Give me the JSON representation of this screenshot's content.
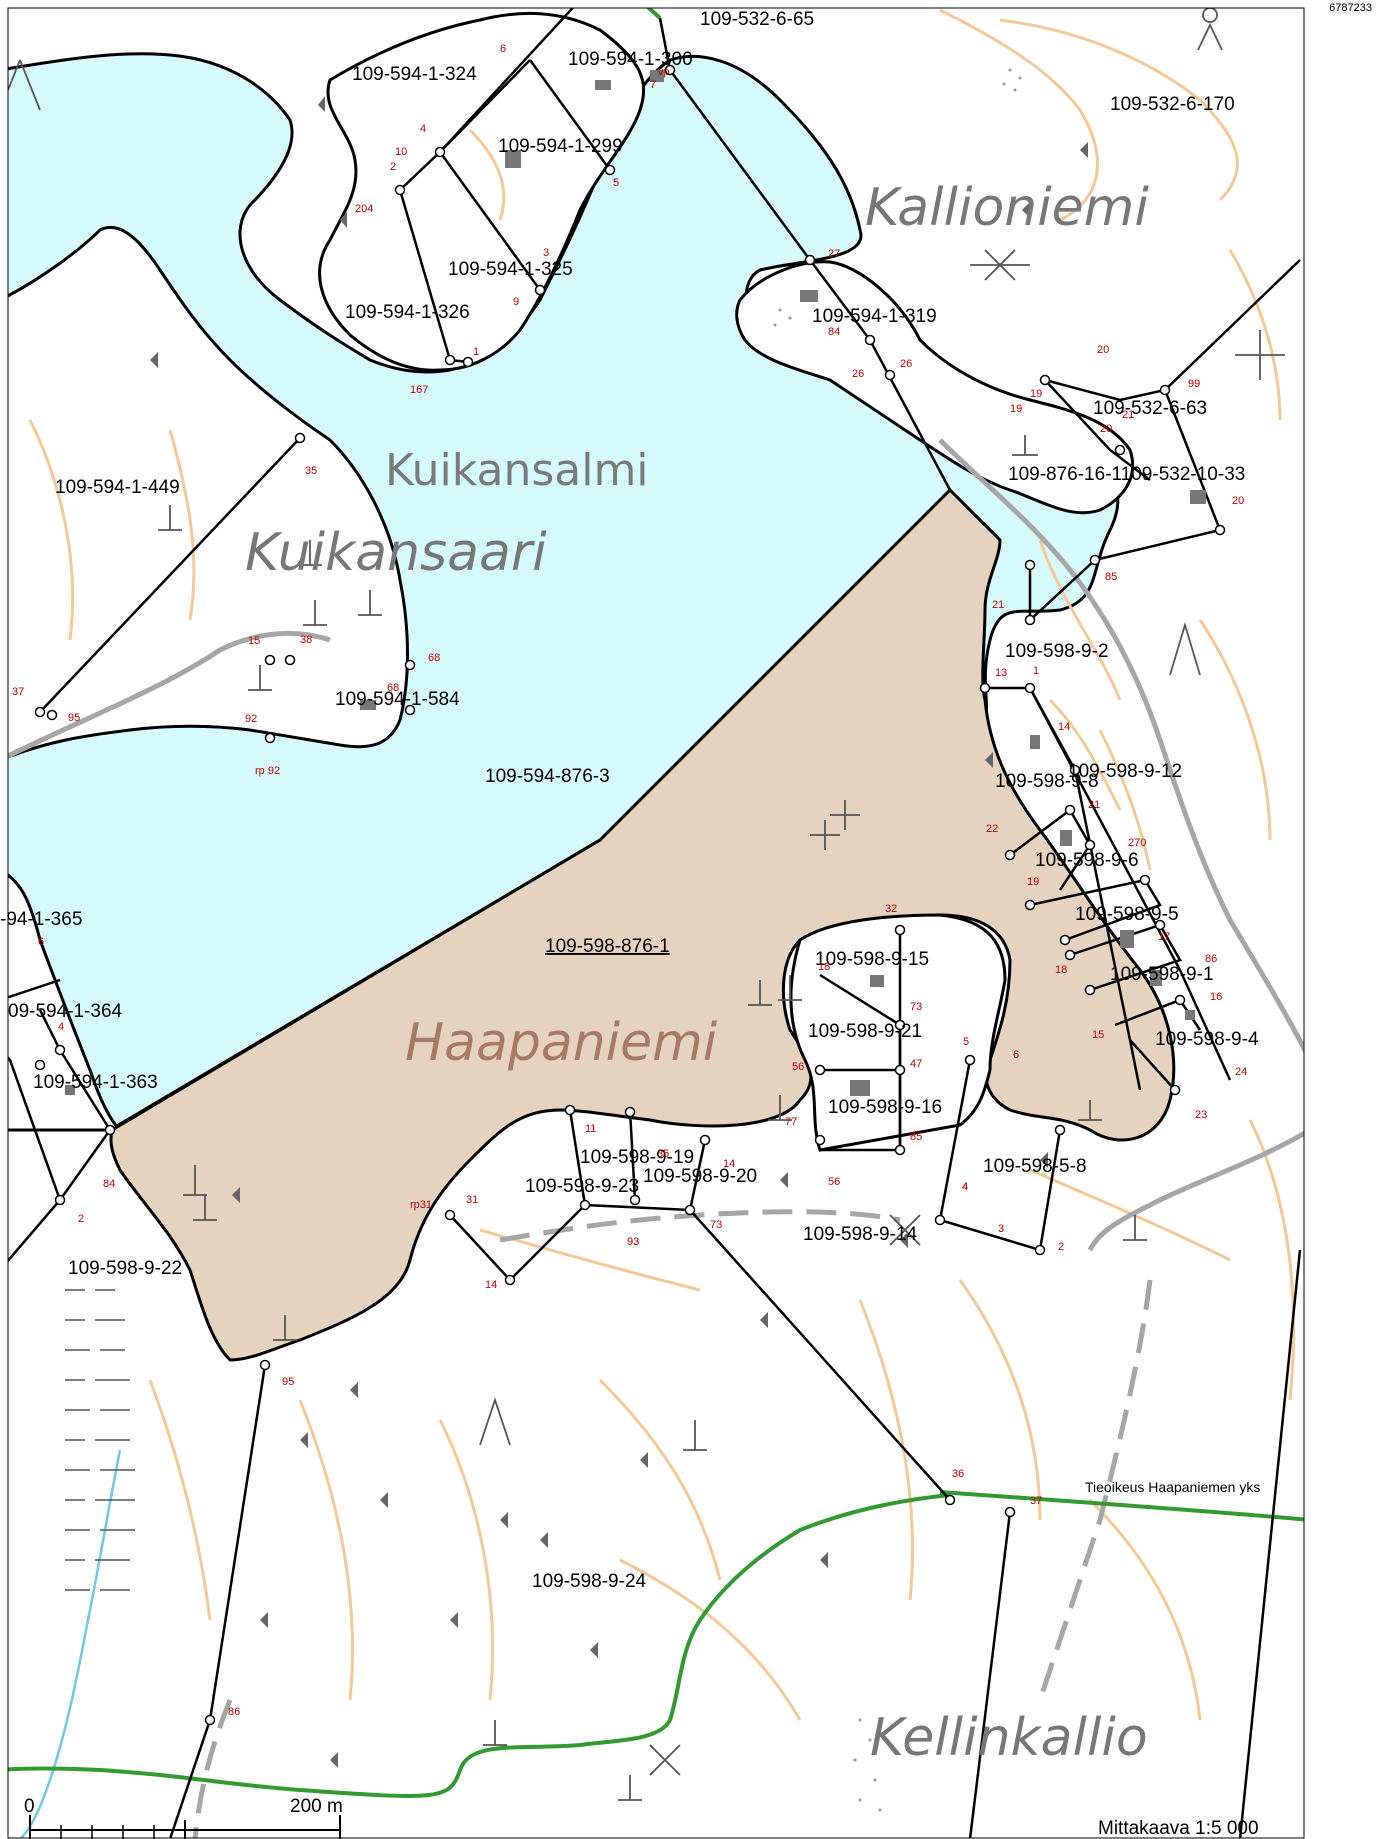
{
  "map": {
    "corner_coordinate": "6787233",
    "scale_text": "Mittakaava 1:5 000",
    "scale_bar": {
      "start": "0",
      "end": "200 m"
    },
    "road_right_label": "Tieoikeus Haapaniemen yks",
    "place_names": {
      "kallioniemi": "Kallioniemi",
      "kuikansalmi": "Kuikansalmi",
      "kuikansaari": "Kuikansaari",
      "haapaniemi": "Haapaniemi",
      "kellinkallio": "Kellinkallio"
    },
    "parcels": [
      "109-532-6-65",
      "109-594-1-324",
      "109-594-1-300",
      "109-532-6-170",
      "109-594-1-299",
      "109-594-1-325",
      "109-594-1-326",
      "109-594-1-319",
      "109-532-6-63",
      "109-876-16-1109-532-10-33",
      "109-594-1-449",
      "109-598-9-2",
      "109-594-1-584",
      "109-594-876-3",
      "109-598-9-8",
      "109-598-9-12",
      "109-598-9-6",
      "109-598-9-5",
      "109-598-9-1",
      "-94-1-365",
      "109-598-876-1",
      "109-598-9-15",
      "109-598-9-21",
      "109-598-9-4",
      "09-594-1-364",
      "109-594-1-363",
      "109-598-9-16",
      "109-598-5-8",
      "109-598-9-19",
      "109-598-9-23",
      "109-598-9-20",
      "109-598-9-14",
      "109-598-9-22",
      "109-598-9-24"
    ],
    "point_numbers": [
      "6",
      "vp",
      "7",
      "4",
      "10",
      "2",
      "204",
      "5",
      "3",
      "9",
      "1",
      "167",
      "27",
      "84",
      "26",
      "26",
      "20",
      "99",
      "19",
      "19",
      "21",
      "20",
      "35",
      "20",
      "85",
      "21",
      "13",
      "1",
      "14",
      "15",
      "38",
      "68",
      "68",
      "37",
      "95",
      "92",
      "rp 92",
      "21",
      "22",
      "270",
      "19",
      "18",
      "17",
      "86",
      "16",
      "6",
      "4",
      "32",
      "18",
      "73",
      "15",
      "24",
      "23",
      "5",
      "6",
      "56",
      "47",
      "77",
      "11",
      "35",
      "14",
      "85",
      "4",
      "84",
      "2",
      "rp31",
      "31",
      "93",
      "73",
      "56",
      "4",
      "3",
      "2",
      "14",
      "95",
      "36",
      "37",
      "86"
    ],
    "colors": {
      "water": "#d6fbfd",
      "target_parcel": "#e6d3bf",
      "contour": "#f5c896",
      "land": "#ffffff",
      "road": "#a6a6a6",
      "road_right": "#339933",
      "stream": "#6ec9ea",
      "boundary": "#000000",
      "point_number": "#c00000"
    }
  }
}
